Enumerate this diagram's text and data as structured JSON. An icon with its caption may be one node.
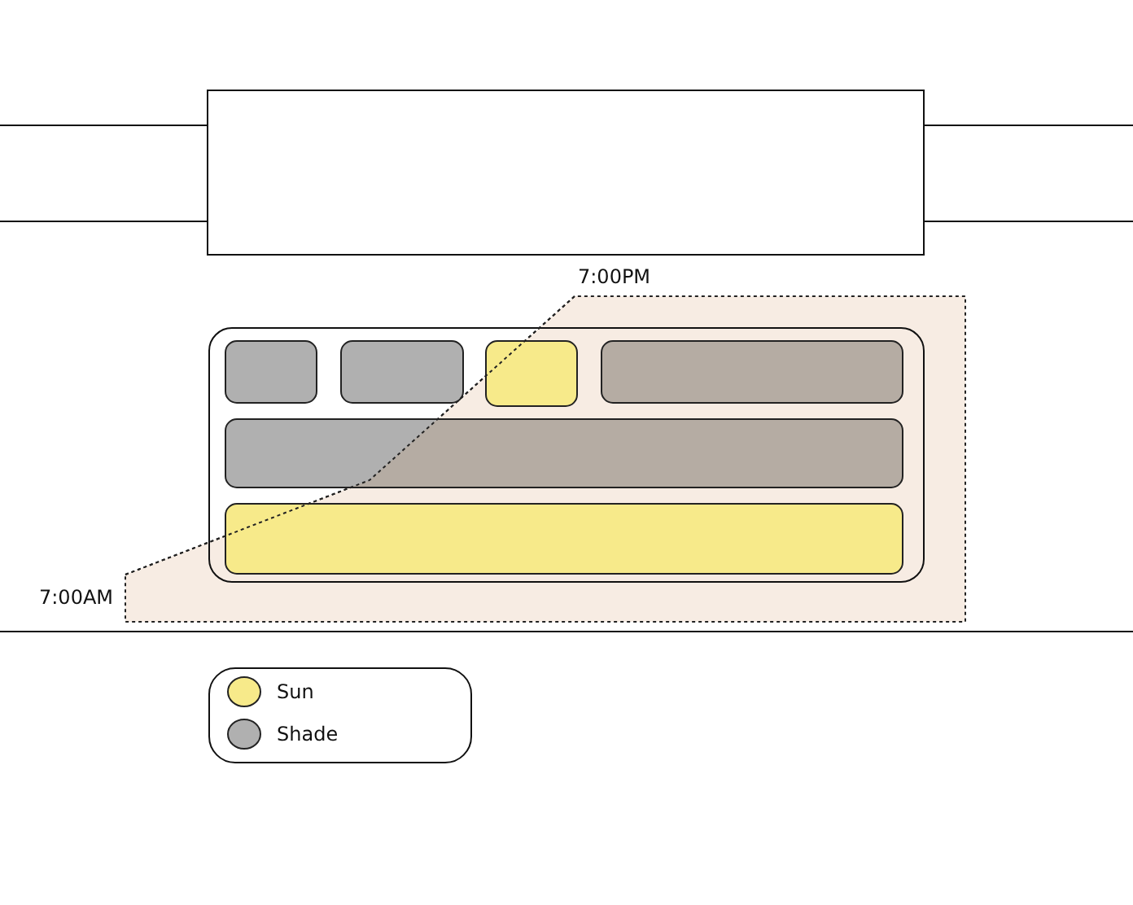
{
  "diagram": {
    "labels": [
      "7:00PM",
      "7:00AM"
    ],
    "legend": [
      {
        "text": "Sun",
        "color": "#f7ea8a"
      },
      {
        "text": "Shade",
        "color": "#b0b0b0"
      }
    ]
  }
}
